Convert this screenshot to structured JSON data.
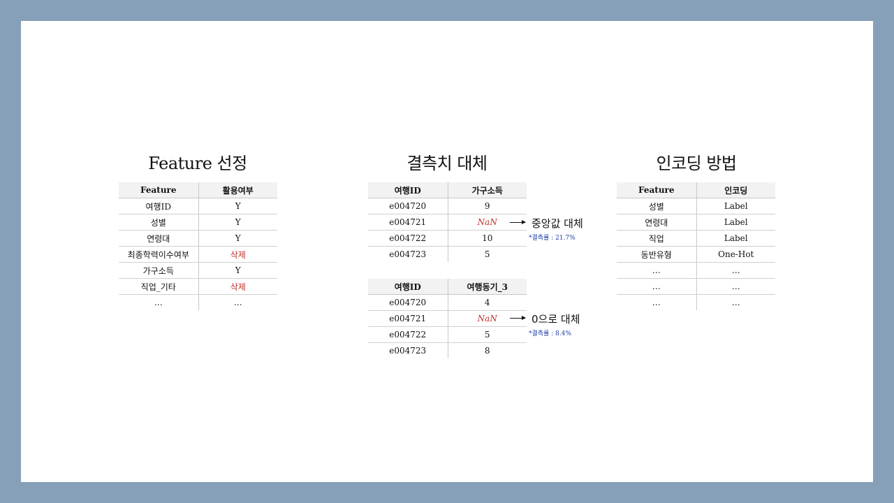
{
  "sections": {
    "feature": {
      "title": "Feature 선정",
      "headers": [
        "Feature",
        "활용여부"
      ],
      "rows": [
        [
          "여행ID",
          "Y"
        ],
        [
          "성별",
          "Y"
        ],
        [
          "연령대",
          "Y"
        ],
        [
          "최종학력이수여부",
          "삭제"
        ],
        [
          "가구소득",
          "Y"
        ],
        [
          "직업_기타",
          "삭제"
        ],
        [
          "…",
          "…"
        ]
      ]
    },
    "missing": {
      "title": "결측치 대체",
      "table1": {
        "headers": [
          "여행ID",
          "가구소득"
        ],
        "rows": [
          [
            "e004720",
            "9"
          ],
          [
            "e004721",
            "NaN"
          ],
          [
            "e004722",
            "10"
          ],
          [
            "e004723",
            "5"
          ]
        ],
        "note": "중앙값 대체",
        "sub_note": "*결측률 : 21.7%"
      },
      "table2": {
        "headers": [
          "여행ID",
          "여행동기_3"
        ],
        "rows": [
          [
            "e004720",
            "4"
          ],
          [
            "e004721",
            "NaN"
          ],
          [
            "e004722",
            "5"
          ],
          [
            "e004723",
            "8"
          ]
        ],
        "note": "0으로 대체",
        "sub_note": "*결측률 : 8.4%"
      }
    },
    "encoding": {
      "title": "인코딩 방법",
      "headers": [
        "Feature",
        "인코딩"
      ],
      "rows": [
        [
          "성별",
          "Label"
        ],
        [
          "연령대",
          "Label"
        ],
        [
          "직업",
          "Label"
        ],
        [
          "동반유형",
          "One-Hot"
        ],
        [
          "…",
          "…"
        ],
        [
          "…",
          "…"
        ],
        [
          "…",
          "…"
        ]
      ]
    }
  },
  "colors": {
    "frame": "#87a0b9",
    "deleted": "#c0302a",
    "missing_value": "#c0302a",
    "sub_note": "#1f3ea8",
    "header_bg": "#f2f2f2"
  }
}
